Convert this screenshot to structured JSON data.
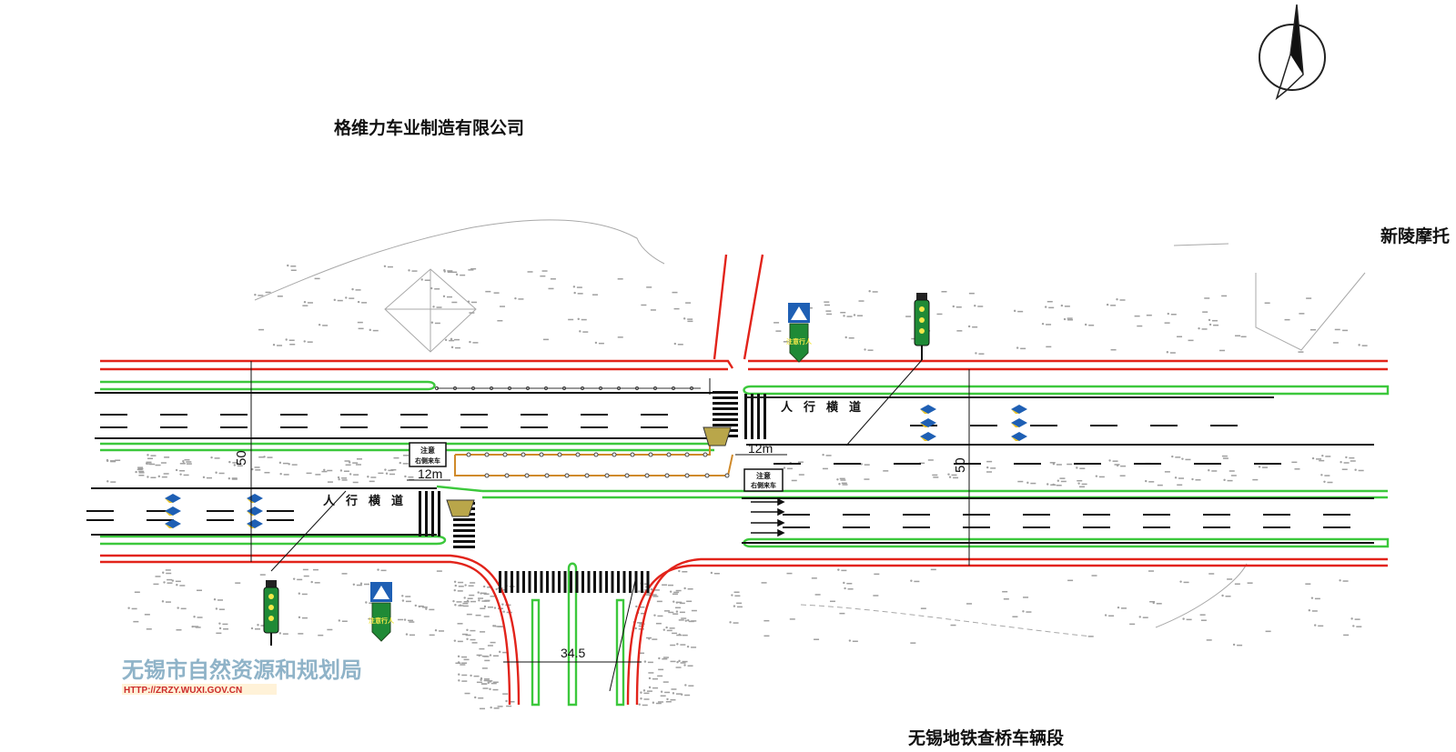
{
  "labels": {
    "company_north": "格维力车业制造有限公司",
    "company_east": "新陵摩托",
    "depot_south": "无锡地铁查桥车辆段"
  },
  "dimensions": {
    "left_gap": "12m",
    "right_gap": "12m",
    "road_width_left": "50",
    "road_width_right": "50",
    "side_road_width": "34.5"
  },
  "road_text": {
    "crosswalk_words": [
      "人",
      "行",
      "横",
      "道"
    ],
    "warn_sign_line1": "注意",
    "warn_sign_line2": "右侧来车"
  },
  "signs": {
    "ped_sign_text": "注意行人"
  },
  "watermark": {
    "title": "无锡市自然资源和规划局",
    "url": "HTTP://ZRZY.WUXI.GOV.CN"
  },
  "colors": {
    "curb_red": "#e2231a",
    "curb_green": "#3cc83c",
    "guardrail_orange": "#d08a2a",
    "terrain_grey": "#9a9a9a"
  },
  "icons": [
    "north-arrow-icon",
    "pedestrian-sign-icon",
    "signal-post-icon",
    "diamond-marking-icon"
  ]
}
